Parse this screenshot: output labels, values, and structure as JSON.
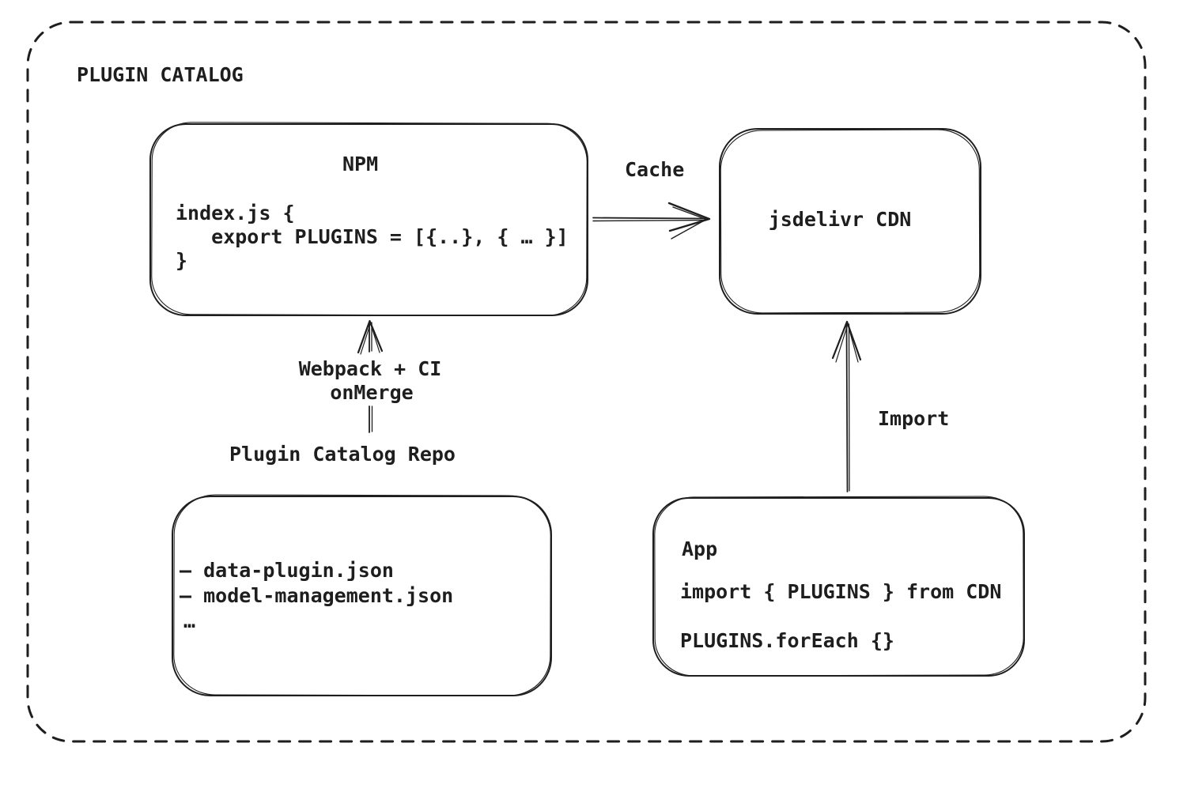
{
  "diagram": {
    "title": "PLUGIN CATALOG",
    "colors": {
      "stroke": "#1e1e1e",
      "background": "#ffffff"
    },
    "nodes": {
      "npm": {
        "title": "NPM",
        "code": [
          "index.js {",
          "   export PLUGINS = [{..}, { … }]",
          "}"
        ]
      },
      "jsdelivr": {
        "label": "jsdelivr CDN"
      },
      "repo": {
        "heading": "Plugin Catalog Repo",
        "items": [
          "– data-plugin.json",
          "– model-management.json",
          "…"
        ]
      },
      "app": {
        "title": "App",
        "code": [
          "import { PLUGINS } from CDN",
          "PLUGINS.forEach {}"
        ]
      }
    },
    "edges": {
      "cache": {
        "label": "Cache",
        "from": "NPM",
        "to": "jsdelivr CDN"
      },
      "webpack": {
        "label_line1": "Webpack + CI",
        "label_line2": "onMerge",
        "from": "Plugin Catalog Repo",
        "to": "NPM"
      },
      "import": {
        "label": "Import",
        "from": "App",
        "to": "jsdelivr CDN"
      }
    }
  }
}
